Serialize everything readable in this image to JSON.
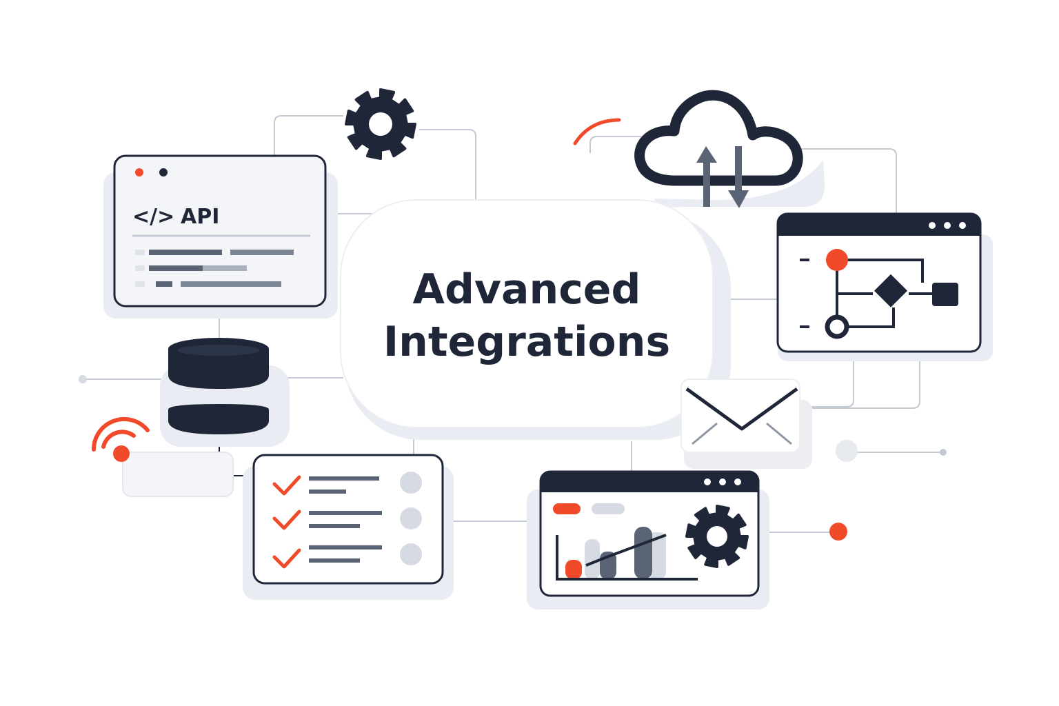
{
  "title": {
    "line1": "Advanced",
    "line2": "Integrations"
  },
  "api_window": {
    "code_glyph": "</>",
    "label": "API"
  },
  "colors": {
    "dark": "#1f2638",
    "accent": "#f04a2a",
    "muted": "#5a6475",
    "light": "#e9ecf2",
    "line": "#c4cad4",
    "bg": "#ffffff"
  },
  "icons": [
    "gear-icon",
    "cloud-sync-icon",
    "code-icon",
    "database-icon",
    "wifi-signal-icon",
    "checklist-icon",
    "flowchart-icon",
    "envelope-icon",
    "bar-chart-icon",
    "arrow-up-icon",
    "arrow-down-icon"
  ],
  "checklist": {
    "items_checked": 3
  }
}
